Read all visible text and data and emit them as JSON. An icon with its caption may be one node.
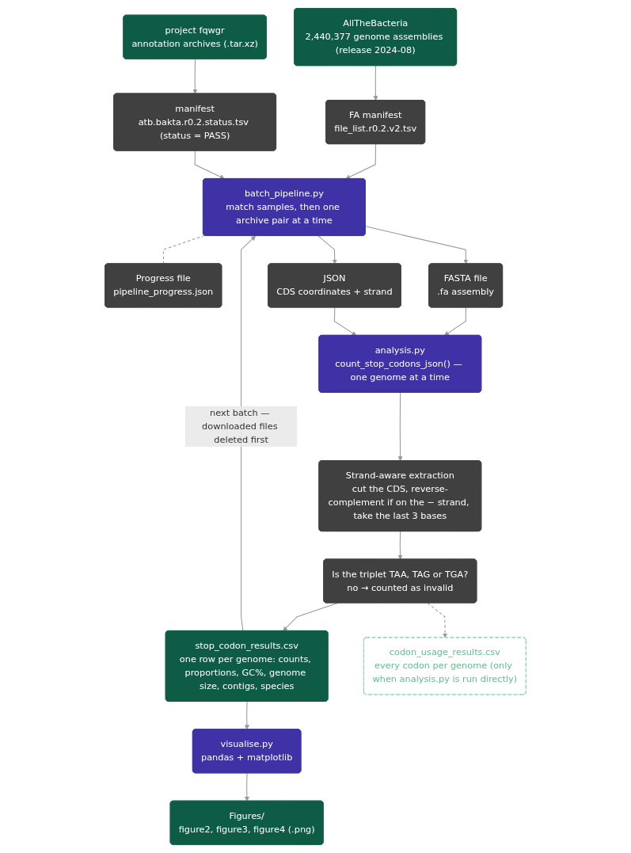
{
  "diagram": {
    "nodes": [
      {
        "text": [
          "AllTheBacteria",
          "2,440,377 genome assemblies (release 2024-08)"
        ]
      },
      {
        "text": [
          "project fqwgr",
          "annotation archives (.tar.xz)"
        ]
      },
      {
        "text": [
          "FA manifest",
          "file_list.r0.2.v2.tsv"
        ]
      },
      {
        "text": [
          "manifest",
          "atb.bakta.r0.2.status.tsv (status = PASS)"
        ]
      },
      {
        "text": [
          "batch_pipeline.py",
          "match samples, then one archive pair at a time"
        ]
      },
      {
        "text": [
          "Progress file",
          "pipeline_progress.json"
        ]
      },
      {
        "text": [
          "FASTA file",
          ".fa assembly"
        ]
      },
      {
        "text": [
          "JSON",
          "CDS coordinates + strand"
        ]
      },
      {
        "text": [
          "analysis.py",
          "count_stop_codons_json() — one genome at a time"
        ]
      },
      {
        "text": [
          "Strand-aware extraction",
          "cut the CDS, reverse-complement if on the − strand, take the last 3 bases"
        ]
      },
      {
        "text": [
          "Is the triplet TAA, TAG or TGA?",
          "no → counted as invalid"
        ]
      },
      {
        "text": [
          "stop_codon_results.csv",
          "one row per genome: counts, proportions, GC%, genome size, contigs, species"
        ]
      },
      {
        "text": [
          "codon_usage_results.csv",
          "every codon per genome (only when analysis.py is run directly)"
        ]
      },
      {
        "text": [
          "visualise.py",
          "pandas + matplotlib"
        ]
      },
      {
        "text": [
          "Figures/",
          "figure2, figure3, figure4 (.png)"
        ]
      }
    ],
    "edges": [
      {
        "from": 0,
        "to": 2,
        "arrow": "to"
      },
      {
        "from": 1,
        "to": 3,
        "arrow": "to"
      },
      {
        "from": 2,
        "to": 4,
        "arrow": "to"
      },
      {
        "from": 3,
        "to": 4,
        "arrow": "to"
      },
      {
        "from": 4,
        "to": 5,
        "arrow": "none",
        "style": "dashed"
      },
      {
        "from": 4,
        "to": 6,
        "arrow": "to"
      },
      {
        "from": 4,
        "to": 7,
        "arrow": "to"
      },
      {
        "from": 6,
        "to": 8,
        "arrow": "to"
      },
      {
        "from": 7,
        "to": 8,
        "arrow": "to"
      },
      {
        "from": 8,
        "to": 9,
        "arrow": "to"
      },
      {
        "from": 9,
        "to": 10,
        "arrow": "to"
      },
      {
        "from": 10,
        "to": 11,
        "arrow": "to"
      },
      {
        "from": 10,
        "to": 12,
        "arrow": "to",
        "style": "dashed"
      },
      {
        "from": 11,
        "to": 4,
        "arrow": "to",
        "label": "next batch — downloaded files deleted first"
      },
      {
        "from": 11,
        "to": 13,
        "arrow": "to"
      },
      {
        "from": 13,
        "to": 14,
        "arrow": "to"
      }
    ]
  }
}
